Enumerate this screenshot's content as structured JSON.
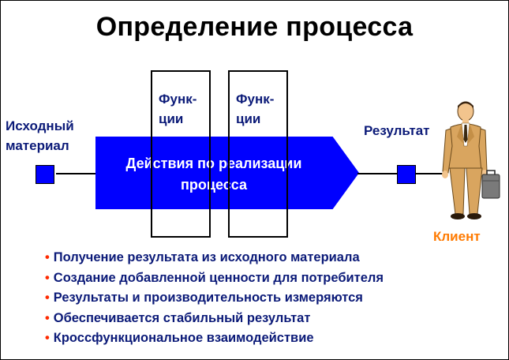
{
  "title": "Определение процесса",
  "labels": {
    "input_line1": "Исходный",
    "input_line2": "материал",
    "result": "Результат",
    "func_line1": "Функ-",
    "func_line2": "ции",
    "client": "Клиент"
  },
  "arrow": {
    "line1": "Действия по реализации",
    "line2": "процесса"
  },
  "bullets": [
    "Получение результата из исходного материала",
    "Создание добавленной ценности для потребителя",
    "Результаты и производительность измеряются",
    "Обеспечивается стабильный результат",
    "Кроссфункциональное взаимодействие"
  ],
  "colors": {
    "accent_blue": "#0000ff",
    "text_navy": "#0b1a78",
    "client_orange": "#ff7a00",
    "bullet_red": "#ff2a00"
  },
  "icons": [
    "businessman-icon",
    "briefcase-icon"
  ]
}
